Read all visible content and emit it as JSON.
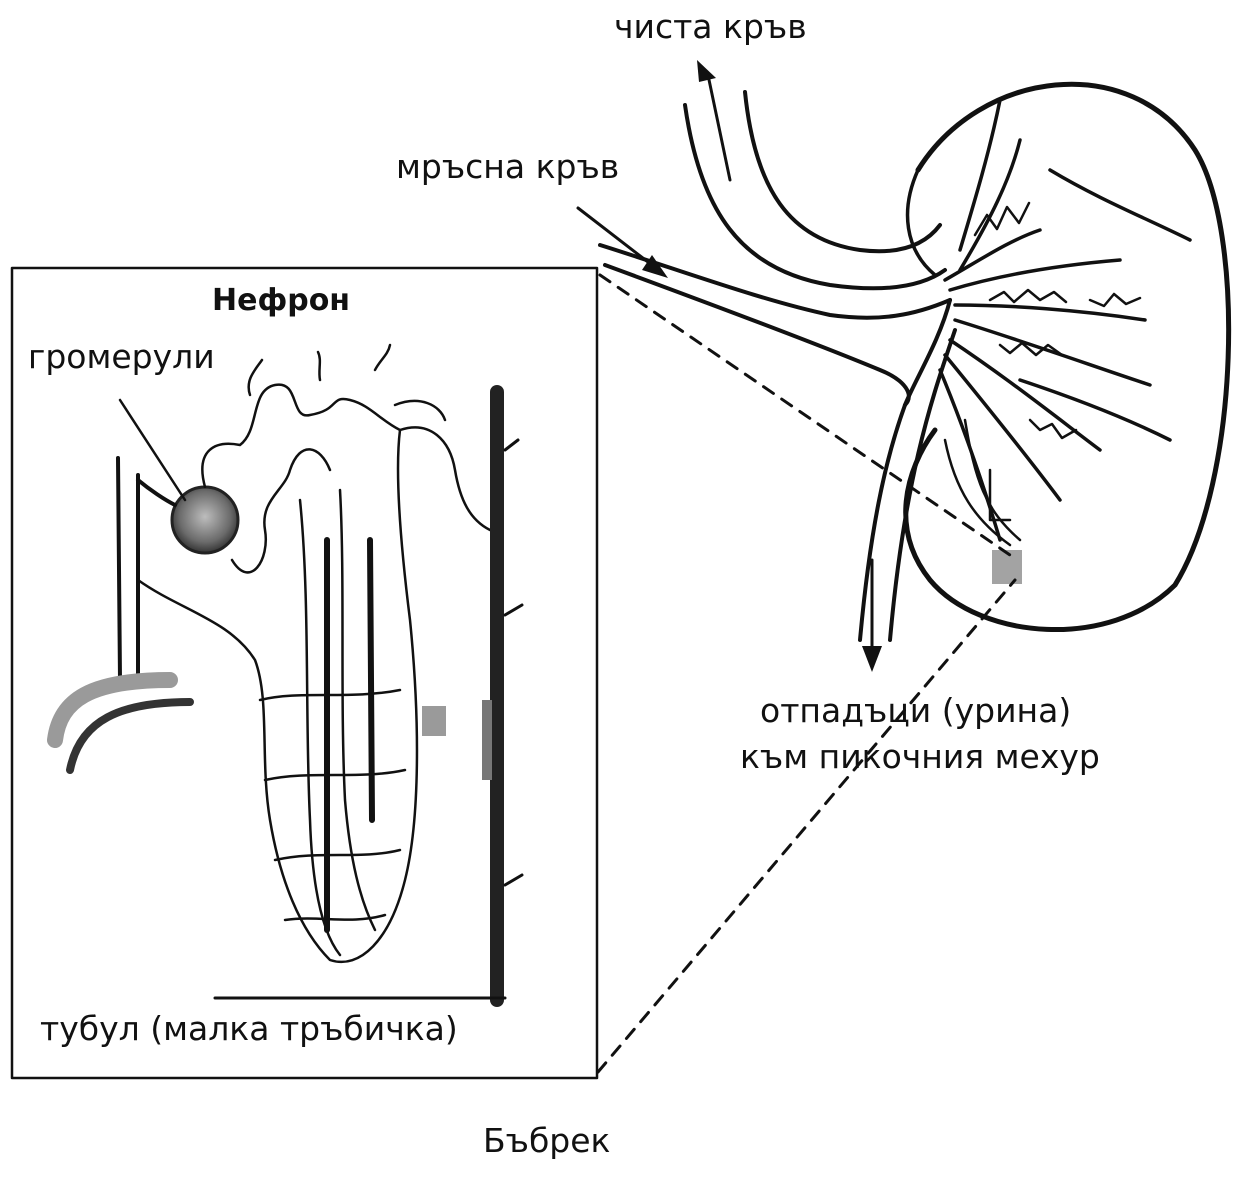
{
  "labels": {
    "clean_blood": "чиста кръв",
    "dirty_blood": "мръсна кръв",
    "nephron_title": "Нефрон",
    "glomeruli": "громерули",
    "waste_line1": "отпадъци (урина)",
    "waste_line2": "към пикочния мехур",
    "tubule": "тубул (малка тръбичка)",
    "kidney": "Бъбрек"
  }
}
